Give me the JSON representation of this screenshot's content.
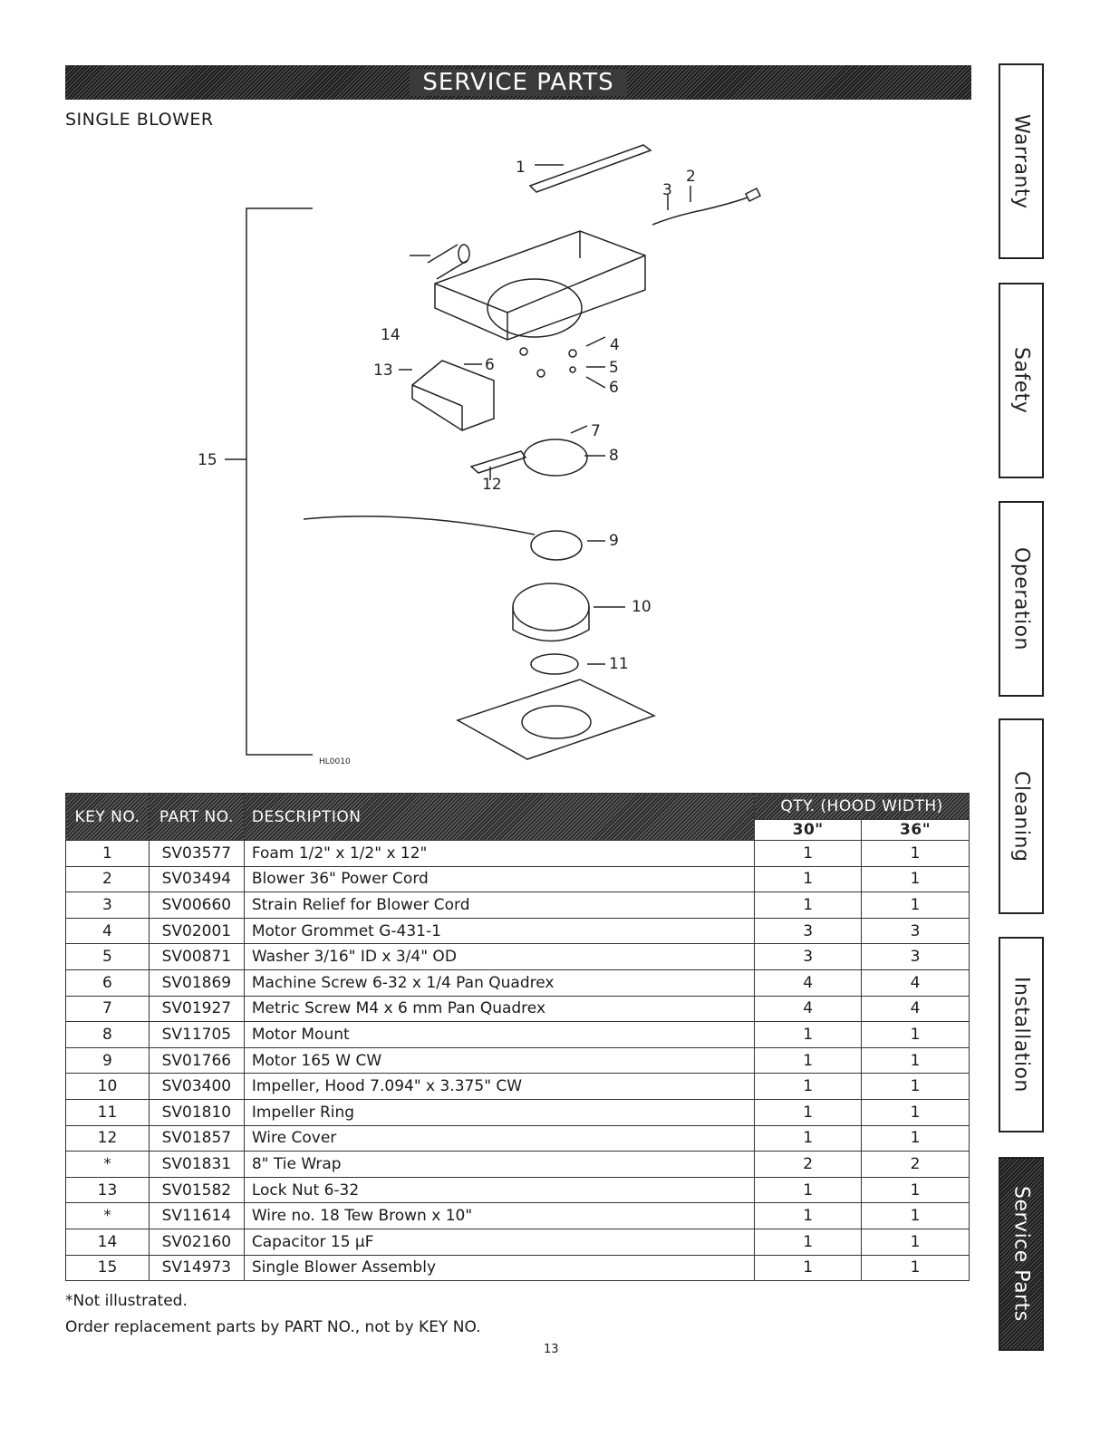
{
  "banner": "SERVICE PARTS",
  "section": "SINGLE BLOWER",
  "tabs": [
    "Warranty",
    "Safety",
    "Operation",
    "Cleaning",
    "Installation",
    "Service Parts"
  ],
  "diagram": {
    "code": "HL0010",
    "callouts": [
      "1",
      "2",
      "3",
      "4",
      "5",
      "6",
      "6",
      "7",
      "8",
      "9",
      "10",
      "11",
      "12",
      "13",
      "14",
      "15"
    ]
  },
  "table": {
    "headers": {
      "key": "KEY NO.",
      "part": "PART NO.",
      "desc": "DESCRIPTION",
      "qty": "QTY. (HOOD WIDTH)",
      "w30": "30\"",
      "w36": "36\""
    },
    "rows": [
      {
        "key": "1",
        "part": "SV03577",
        "desc": "Foam 1/2\" x 1/2\" x 12\"",
        "q30": "1",
        "q36": "1"
      },
      {
        "key": "2",
        "part": "SV03494",
        "desc": "Blower 36\" Power Cord",
        "q30": "1",
        "q36": "1"
      },
      {
        "key": "3",
        "part": "SV00660",
        "desc": "Strain Relief for Blower Cord",
        "q30": "1",
        "q36": "1"
      },
      {
        "key": "4",
        "part": "SV02001",
        "desc": "Motor Grommet G-431-1",
        "q30": "3",
        "q36": "3"
      },
      {
        "key": "5",
        "part": "SV00871",
        "desc": "Washer 3/16\" ID x 3/4\" OD",
        "q30": "3",
        "q36": "3"
      },
      {
        "key": "6",
        "part": "SV01869",
        "desc": "Machine Screw 6-32 x 1/4 Pan Quadrex",
        "q30": "4",
        "q36": "4"
      },
      {
        "key": "7",
        "part": "SV01927",
        "desc": "Metric Screw M4 x 6 mm Pan Quadrex",
        "q30": "4",
        "q36": "4"
      },
      {
        "key": "8",
        "part": "SV11705",
        "desc": "Motor Mount",
        "q30": "1",
        "q36": "1"
      },
      {
        "key": "9",
        "part": "SV01766",
        "desc": "Motor 165 W CW",
        "q30": "1",
        "q36": "1"
      },
      {
        "key": "10",
        "part": "SV03400",
        "desc": "Impeller, Hood 7.094\" x 3.375\" CW",
        "q30": "1",
        "q36": "1"
      },
      {
        "key": "11",
        "part": "SV01810",
        "desc": "Impeller Ring",
        "q30": "1",
        "q36": "1"
      },
      {
        "key": "12",
        "part": "SV01857",
        "desc": "Wire Cover",
        "q30": "1",
        "q36": "1"
      },
      {
        "key": "*",
        "part": "SV01831",
        "desc": "8\" Tie Wrap",
        "q30": "2",
        "q36": "2"
      },
      {
        "key": "13",
        "part": "SV01582",
        "desc": "Lock Nut 6-32",
        "q30": "1",
        "q36": "1"
      },
      {
        "key": "*",
        "part": "SV11614",
        "desc": "Wire no. 18 Tew Brown x 10\"",
        "q30": "1",
        "q36": "1"
      },
      {
        "key": "14",
        "part": "SV02160",
        "desc": "Capacitor 15 µF",
        "q30": "1",
        "q36": "1"
      },
      {
        "key": "15",
        "part": "SV14973",
        "desc": "Single Blower Assembly",
        "q30": "1",
        "q36": "1"
      }
    ]
  },
  "notes": {
    "not_illustrated": "*Not illustrated.",
    "order": "Order replacement parts by PART NO., not by KEY NO."
  },
  "page_number": "13"
}
